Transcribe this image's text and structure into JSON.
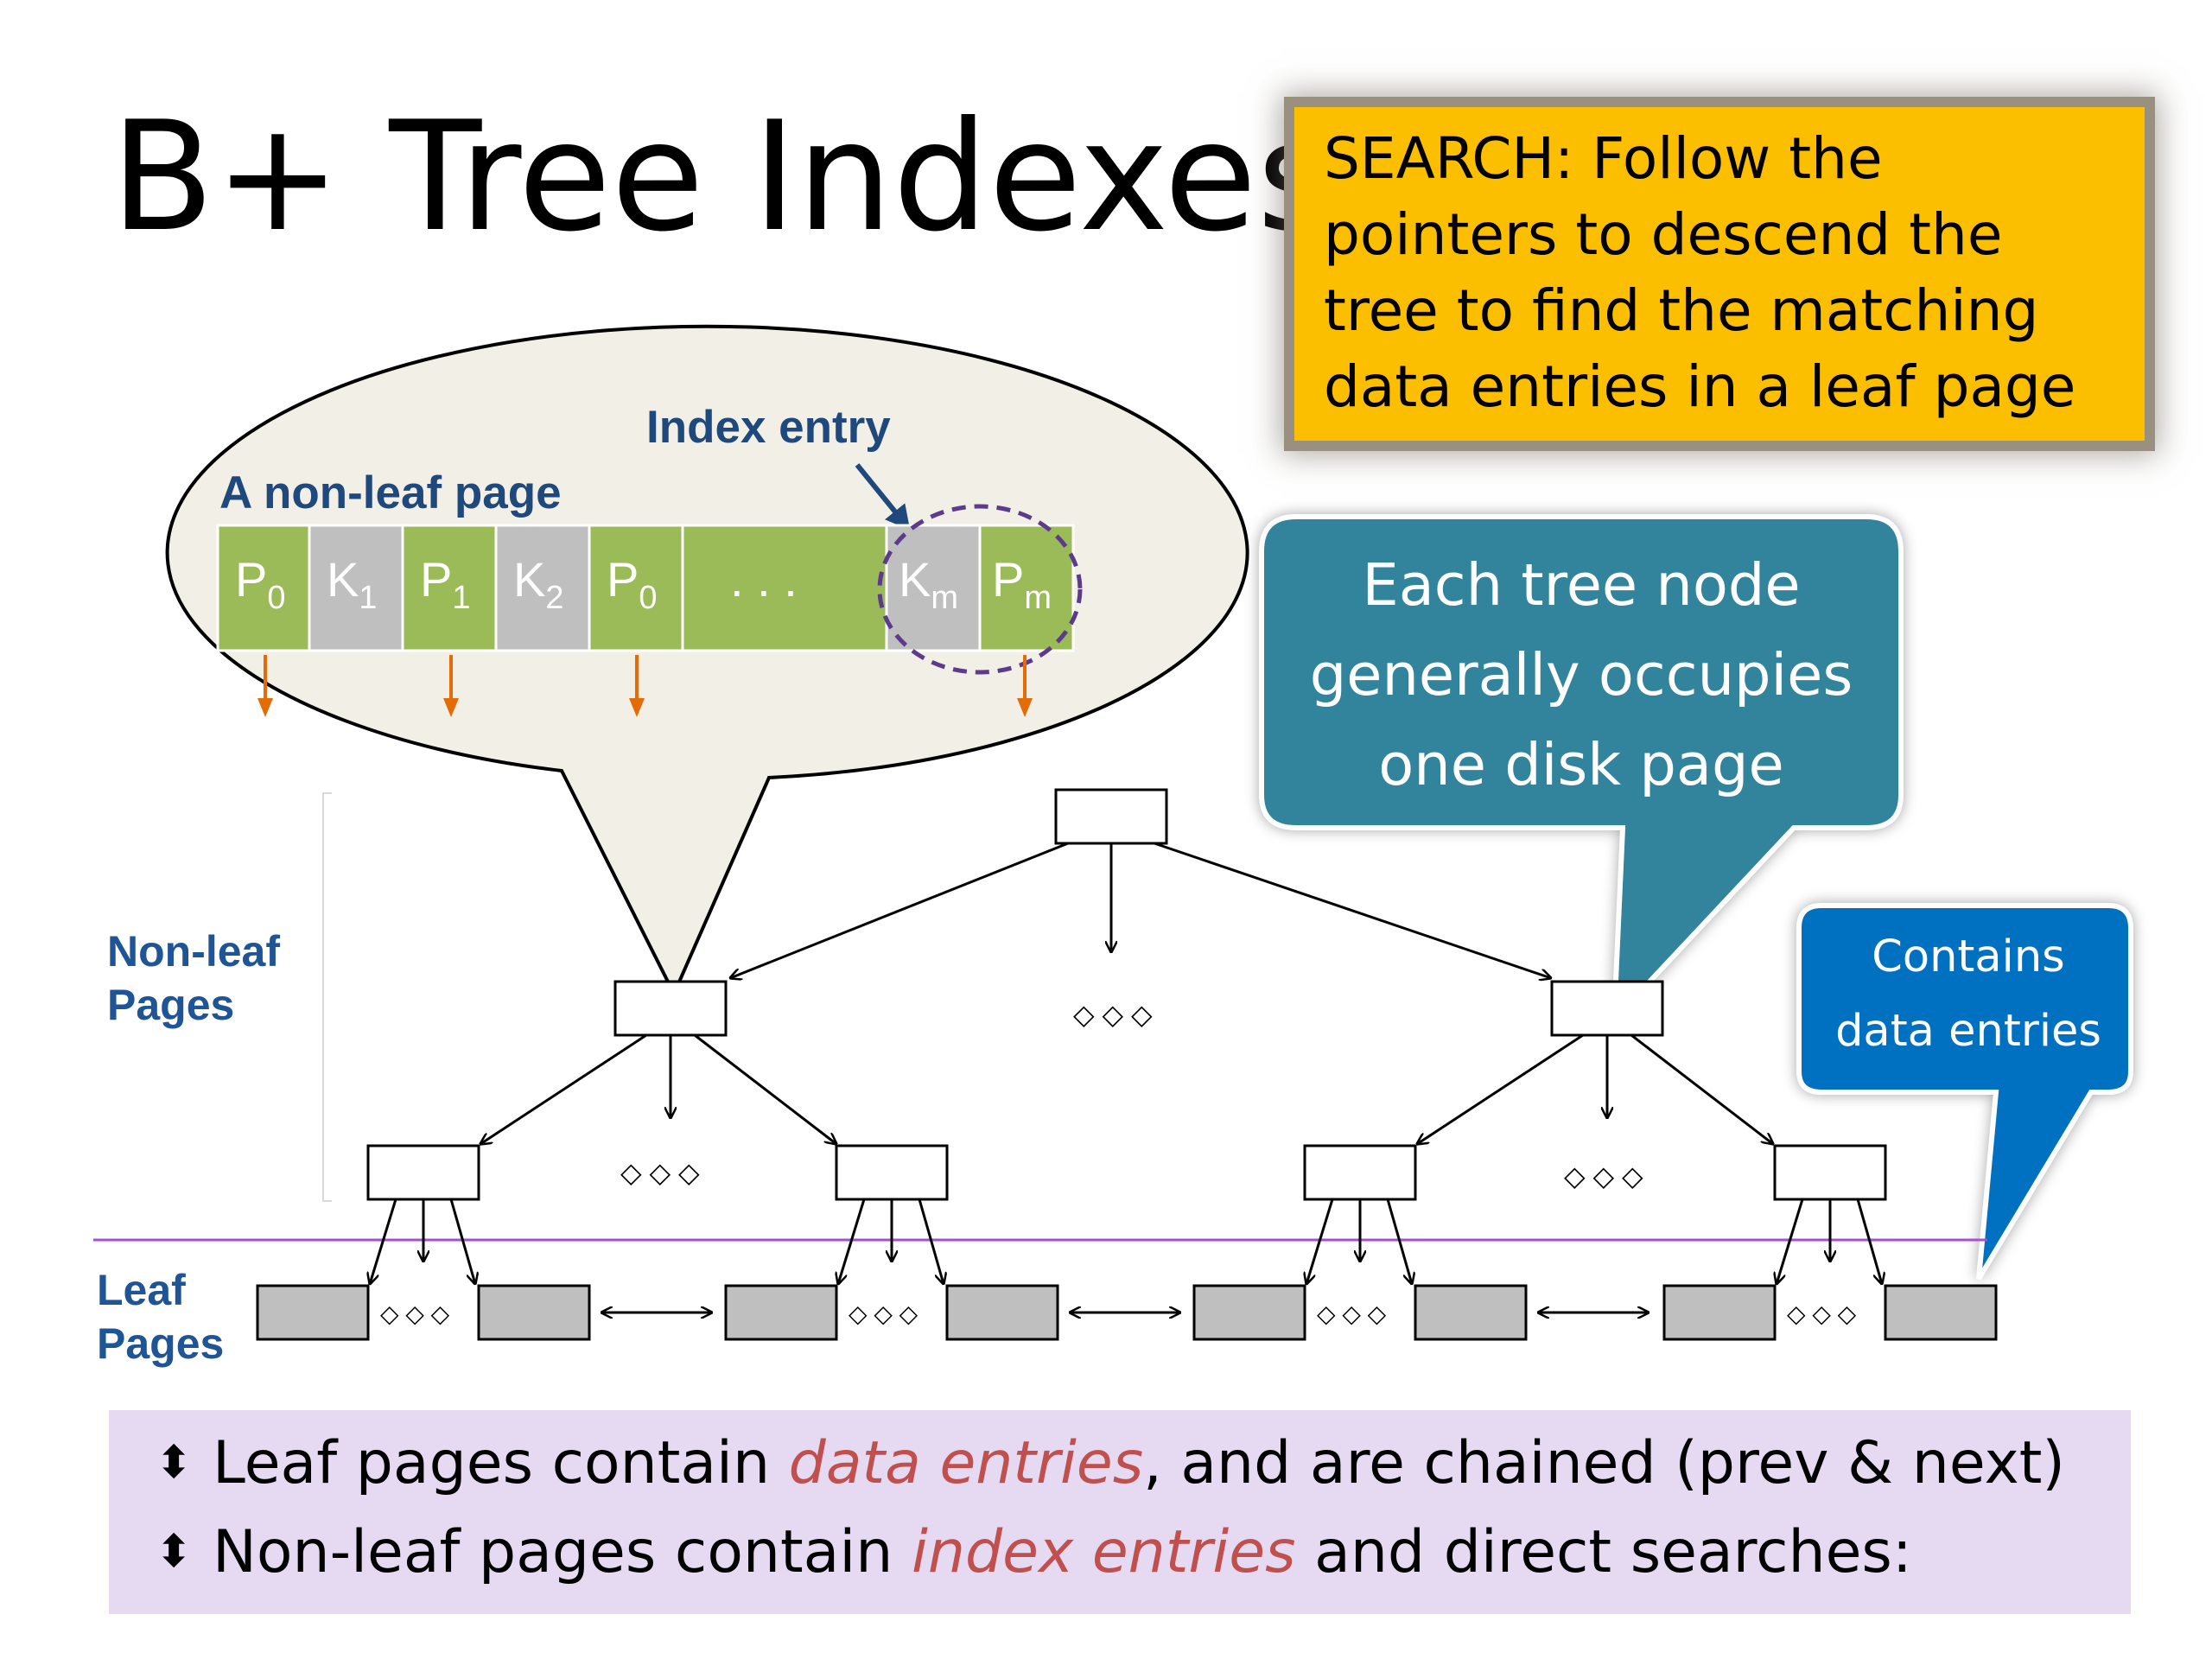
{
  "title": "B+ Tree Indexes",
  "search_box": {
    "text": "SEARCH:  Follow the\npointers to descend the\ntree to find the matching\ndata entries in a leaf page",
    "color": "#fcbf00"
  },
  "page_detail": {
    "label": "A non-leaf page",
    "index_entry_label": "Index entry",
    "ellipsis": ". . .",
    "cells": [
      {
        "letter": "P",
        "sub": "0",
        "kind": "pointer"
      },
      {
        "letter": "K",
        "sub": "1",
        "kind": "key"
      },
      {
        "letter": "P",
        "sub": "1",
        "kind": "pointer"
      },
      {
        "letter": "K",
        "sub": "2",
        "kind": "key"
      },
      {
        "letter": "P",
        "sub": "0",
        "kind": "pointer"
      },
      {
        "letter": "K",
        "sub": "m",
        "kind": "key"
      },
      {
        "letter": "P",
        "sub": "m",
        "kind": "pointer"
      }
    ],
    "pointer_color": "#9bbb59",
    "key_color": "#bfbfbf"
  },
  "node_callout": {
    "text": "Each tree node\ngenerally occupies\none disk page",
    "color": "#31849b"
  },
  "leaf_callout": {
    "text": "Contains\ndata entries",
    "color": "#0070c0"
  },
  "labels": {
    "nonleaf": "Non-leaf\nPages",
    "leaf": "Leaf\nPages"
  },
  "bullets": [
    {
      "pre": "Leaf pages contain ",
      "em": "data entries",
      "post": ", and are chained (prev & next)"
    },
    {
      "pre": "Non-leaf pages contain ",
      "em": "index entries",
      "post": " and direct searches:"
    }
  ],
  "bullet_icon": "up-down-arrow-icon"
}
